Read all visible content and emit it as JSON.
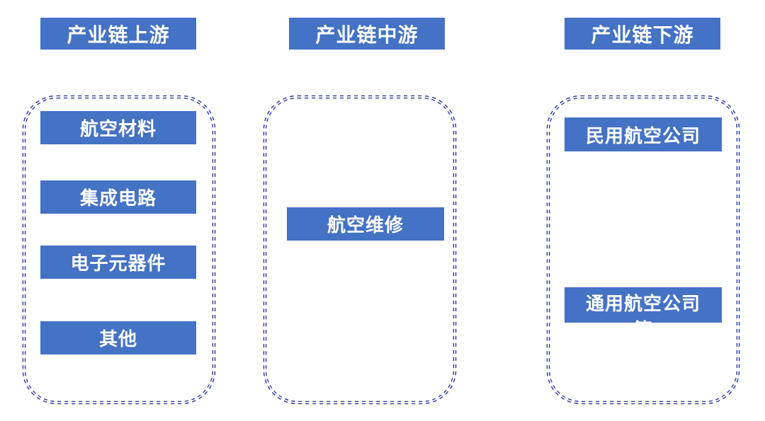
{
  "diagram": {
    "columns": [
      {
        "header": "产业链上游",
        "items": [
          {
            "label": "航空材料"
          },
          {
            "label": "集成电路"
          },
          {
            "label": "电子元器件"
          },
          {
            "label": "其他"
          }
        ]
      },
      {
        "header": "产业链中游",
        "items": [
          {
            "label": "航空维修"
          }
        ]
      },
      {
        "header": "产业链下游",
        "items": [
          {
            "label": "民用航空公司"
          },
          {
            "label": "通用航空公司",
            "overflow_text": "等"
          }
        ]
      }
    ],
    "colors": {
      "node_fill": "#4472C4",
      "node_text": "#FFFFFF",
      "frame_dash": "#333C9E",
      "background": "#FFFFFF"
    }
  }
}
